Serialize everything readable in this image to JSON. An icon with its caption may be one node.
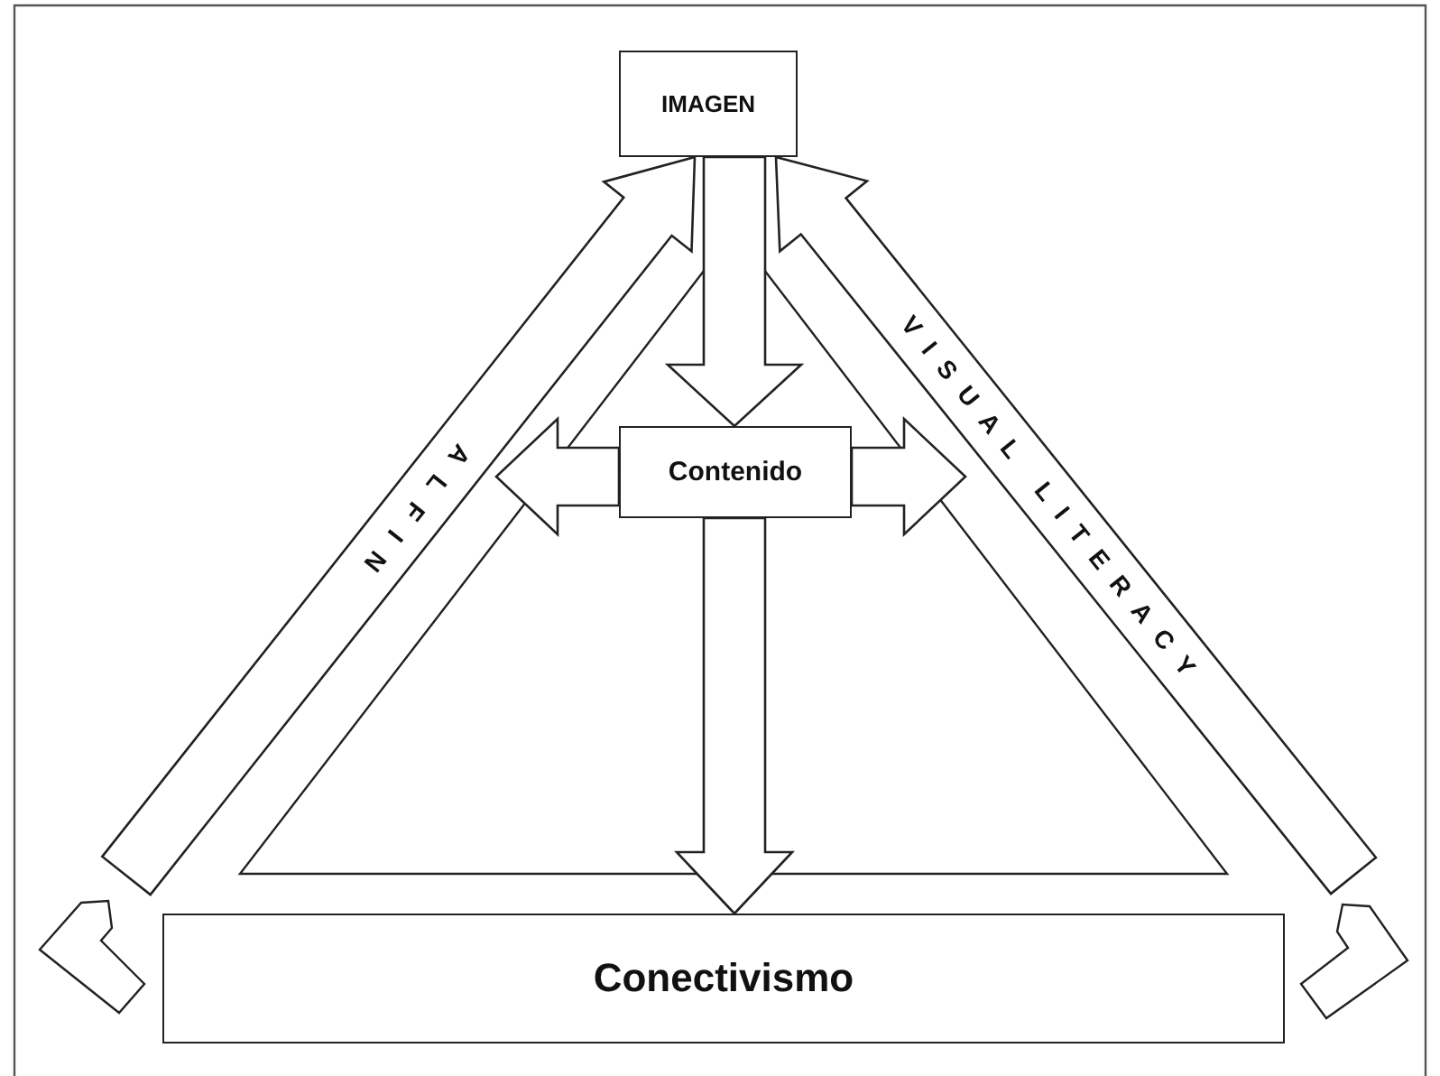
{
  "diagram": {
    "nodes": [
      {
        "text": [
          "IMAGEN"
        ]
      },
      {
        "text": [
          "Contenido"
        ]
      },
      {
        "text": [
          "Conectivismo"
        ]
      }
    ],
    "edges": [
      {
        "from": 0,
        "to": 1,
        "arrow": "to"
      },
      {
        "from": 1,
        "to": null,
        "arrow": "to"
      },
      {
        "from": 1,
        "to": null,
        "arrow": "to"
      },
      {
        "from": 1,
        "to": 2,
        "arrow": "to"
      },
      {
        "from": null,
        "to": 0,
        "arrow": "to",
        "label": "ALFIN"
      },
      {
        "from": null,
        "to": 0,
        "arrow": "to",
        "label": "VISUAL LITERACY"
      }
    ]
  }
}
